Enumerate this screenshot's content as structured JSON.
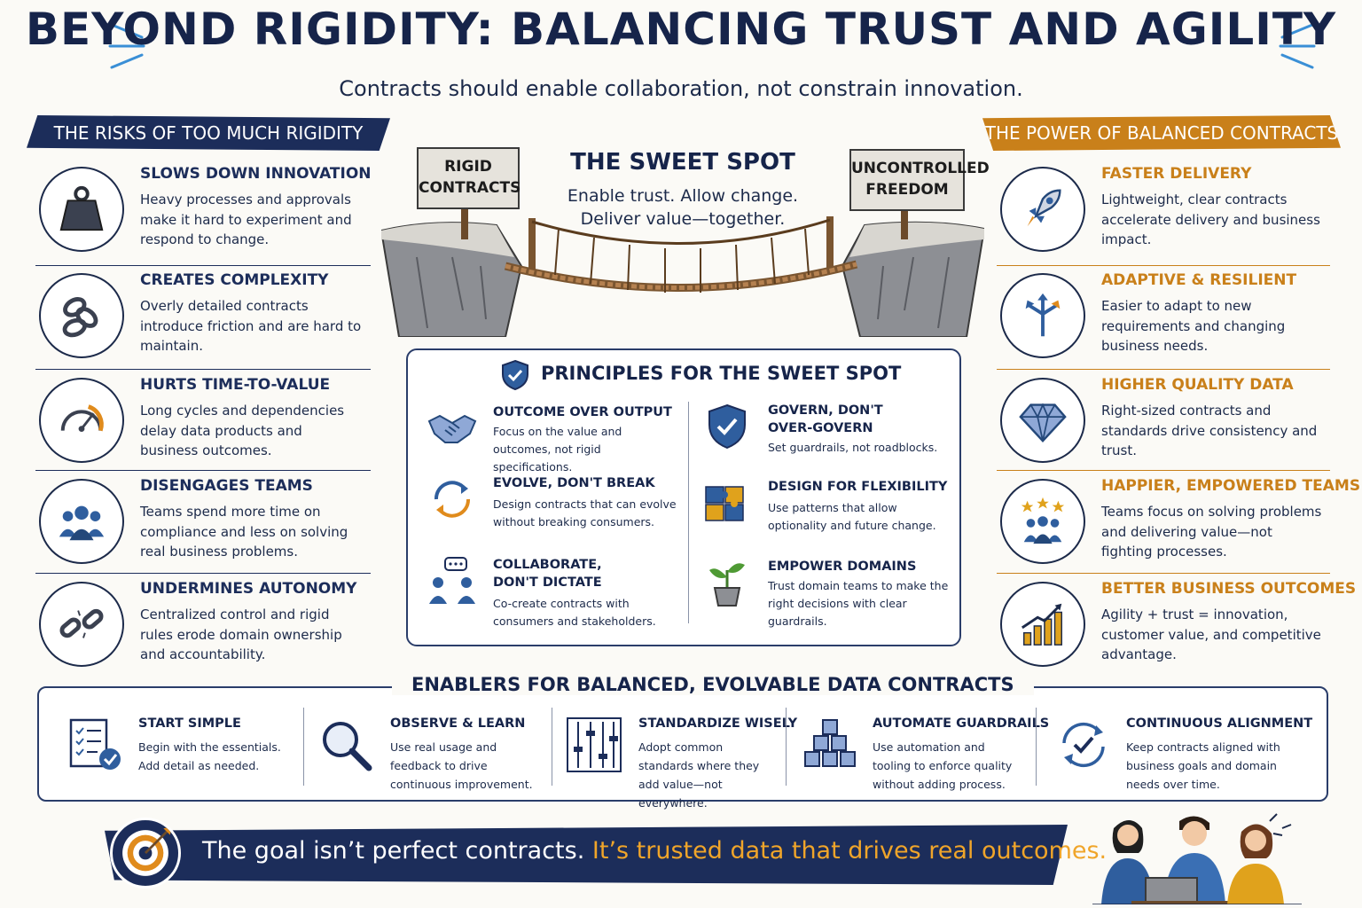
{
  "header": {
    "title": "BEYOND RIGIDITY: BALANCING TRUST AND AGILITY",
    "subtitle": "Contracts should enable collaboration, not constrain innovation."
  },
  "left": {
    "banner": "THE RISKS OF TOO MUCH RIGIDITY",
    "items": [
      {
        "title": "SLOWS DOWN INNOVATION",
        "text": "Heavy processes and approvals make it hard to experiment and respond to change.",
        "icon": "weight-icon"
      },
      {
        "title": "CREATES COMPLEXITY",
        "text": "Overly detailed contracts introduce friction and are hard to maintain.",
        "icon": "tangled-chain-icon"
      },
      {
        "title": "HURTS TIME-TO-VALUE",
        "text": "Long cycles and dependencies delay data products and business outcomes.",
        "icon": "gauge-icon"
      },
      {
        "title": "DISENGAGES TEAMS",
        "text": "Teams spend more time on compliance and less on solving real business problems.",
        "icon": "team-icon"
      },
      {
        "title": "UNDERMINES AUTONOMY",
        "text": "Centralized control and rigid rules erode domain ownership and accountability.",
        "icon": "broken-chain-icon"
      }
    ]
  },
  "right": {
    "banner": "THE POWER OF BALANCED CONTRACTS",
    "items": [
      {
        "title": "FASTER DELIVERY",
        "text": "Lightweight, clear contracts accelerate delivery and business impact.",
        "icon": "rocket-icon"
      },
      {
        "title": "ADAPTIVE & RESILIENT",
        "text": "Easier to adapt to new requirements and changing business needs.",
        "icon": "split-arrows-icon"
      },
      {
        "title": "HIGHER QUALITY DATA",
        "text": "Right-sized contracts and standards drive consistency and trust.",
        "icon": "diamond-icon"
      },
      {
        "title": "HAPPIER, EMPOWERED TEAMS",
        "text": "Teams focus on solving problems and delivering value—not fighting processes.",
        "icon": "team-stars-icon"
      },
      {
        "title": "BETTER BUSINESS OUTCOMES",
        "text": "Agility + trust = innovation, customer value, and competitive advantage.",
        "icon": "growth-chart-icon"
      }
    ]
  },
  "center": {
    "sign_left": "RIGID\nCONTRACTS",
    "sign_right": "UNCONTROLLED\nFREEDOM",
    "sweet_title": "THE SWEET SPOT",
    "sweet_line1": "Enable trust. Allow change.",
    "sweet_line2": "Deliver value—together."
  },
  "principles": {
    "title": "PRINCIPLES FOR THE SWEET SPOT",
    "items": [
      {
        "title": "OUTCOME OVER OUTPUT",
        "text": "Focus on the value and outcomes, not rigid specifications.",
        "icon": "handshake-icon"
      },
      {
        "title": "GOVERN, DON'T OVER-GOVERN",
        "text": "Set guardrails, not roadblocks.",
        "icon": "shield-check-icon"
      },
      {
        "title": "EVOLVE, DON'T BREAK",
        "text": "Design contracts that can evolve without breaking consumers.",
        "icon": "cycle-arrows-icon"
      },
      {
        "title": "DESIGN FOR FLEXIBILITY",
        "text": "Use patterns that allow optionality and future change.",
        "icon": "puzzle-icon"
      },
      {
        "title": "COLLABORATE, DON'T DICTATE",
        "text": "Co-create contracts with consumers and stakeholders.",
        "icon": "conversation-icon"
      },
      {
        "title": "EMPOWER DOMAINS",
        "text": "Trust domain teams to make the right decisions with clear guardrails.",
        "icon": "plant-icon"
      }
    ]
  },
  "enablers": {
    "title": "ENABLERS FOR BALANCED, EVOLVABLE DATA CONTRACTS",
    "items": [
      {
        "title": "START SIMPLE",
        "text": "Begin with the essentials. Add detail as needed.",
        "icon": "checklist-icon"
      },
      {
        "title": "OBSERVE & LEARN",
        "text": "Use real usage and feedback to drive continuous improvement.",
        "icon": "magnifier-icon"
      },
      {
        "title": "STANDARDIZE WISELY",
        "text": "Adopt common standards where they add value—not everywhere.",
        "icon": "sliders-icon"
      },
      {
        "title": "AUTOMATE GUARDRAILS",
        "text": "Use automation and tooling to enforce quality without adding process.",
        "icon": "cubes-icon"
      },
      {
        "title": "CONTINUOUS ALIGNMENT",
        "text": "Keep contracts aligned with business goals and domain needs over time.",
        "icon": "sync-check-icon"
      }
    ]
  },
  "footer": {
    "quote_part1": "The goal isn’t perfect contracts.",
    "quote_part2": "It’s trusted data that drives real outcomes."
  },
  "colors": {
    "navy": "#1c2d5a",
    "orange": "#c9801a",
    "blue": "#2f5e9e",
    "background": "#fbfaf6"
  }
}
